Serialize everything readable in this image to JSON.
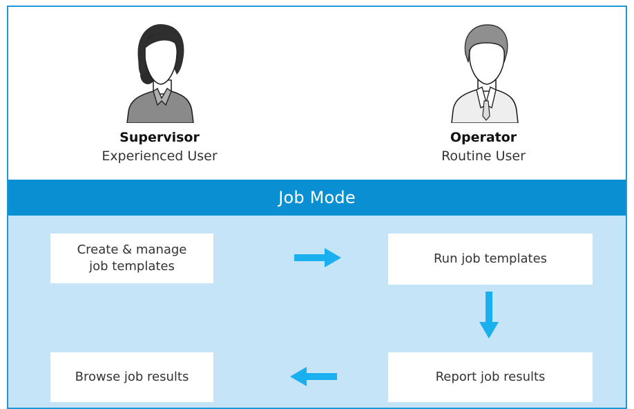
{
  "colors": {
    "frame_border": "#1d97d6",
    "band": "#0a8fd3",
    "lower_background": "#c6e4f7",
    "arrow": "#1ab0ef"
  },
  "roles": {
    "supervisor": {
      "name": "Supervisor",
      "description": "Experienced User",
      "icon": "female-user-icon"
    },
    "operator": {
      "name": "Operator",
      "description": "Routine User",
      "icon": "male-user-icon"
    }
  },
  "mode": {
    "title": "Job Mode"
  },
  "steps": {
    "create": {
      "line1": "Create & manage",
      "line2": "job templates"
    },
    "run": "Run job templates",
    "report": "Report job results",
    "browse": "Browse job results"
  },
  "arrows": [
    "arrow-right-icon",
    "arrow-down-icon",
    "arrow-left-icon"
  ]
}
